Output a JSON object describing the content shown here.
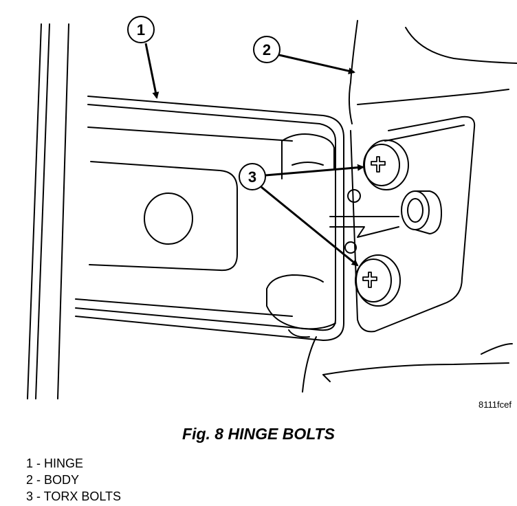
{
  "figure_code": "8111fcef",
  "caption": "Fig. 8 HINGE BOLTS",
  "callouts": [
    "1",
    "2",
    "3"
  ],
  "legend": [
    "1 - HINGE",
    "2 - BODY",
    "3 - TORX BOLTS"
  ]
}
